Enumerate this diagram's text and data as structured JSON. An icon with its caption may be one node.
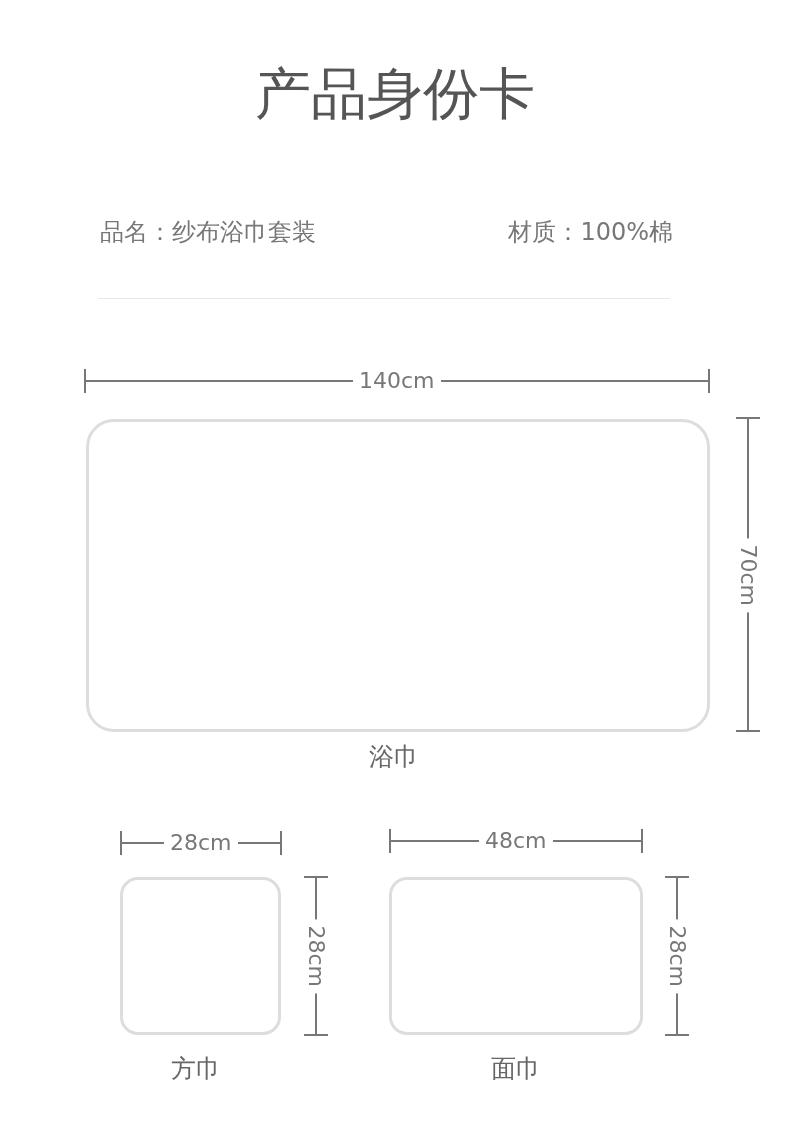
{
  "diagram": {
    "title": "产品身份卡",
    "nodes": [
      {
        "text": [],
        "shape": "box",
        "beside": [
          "浴巾"
        ]
      },
      {
        "text": [],
        "shape": "box",
        "beside": [
          "方巾"
        ]
      },
      {
        "text": [],
        "shape": "box",
        "beside": [
          "面巾"
        ]
      }
    ],
    "labels": [
      "品名：纱布浴巾套装",
      "材质：100%棉",
      "140cm",
      "70cm",
      "28cm",
      "28cm",
      "48cm",
      "28cm"
    ]
  }
}
